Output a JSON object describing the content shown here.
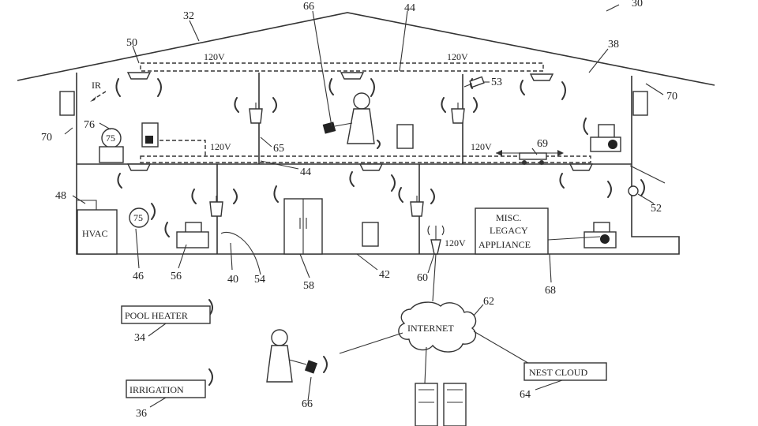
{
  "labels": {
    "figure": "30",
    "roof": "32",
    "pool_heater_ref": "34",
    "irrigation_ref": "36",
    "room_upper_right": "38",
    "wall_ref": "40",
    "floor_ref": "42",
    "ceiling_ref": "44",
    "thermostat_ref": "46",
    "hvac_ref": "48",
    "ceiling_detector_ref": "50",
    "wall_detector_ref": "52",
    "camera_ref": "53",
    "light_ref": "54",
    "wall_switch_ref": "56",
    "fridge_ref": "58",
    "router_ref": "60",
    "internet_ref": "62",
    "cloud_ref": "64",
    "wiring_ref": "65",
    "user_device_ref_top": "66",
    "user_device_ref_bottom": "66",
    "legacy_ref": "68",
    "vacuum_ref": "69",
    "entryway_ref_left": "70",
    "entryway_ref_right": "70",
    "thermostat_upper_ref": "76"
  },
  "text": {
    "voltage_top_left": "120V",
    "voltage_top_right": "120V",
    "voltage_mid_left": "120V",
    "voltage_mid_right": "120V",
    "voltage_router": "120V",
    "ir": "IR",
    "hvac": "HVAC",
    "misc_legacy_line1": "MISC.",
    "misc_legacy_line2": "LEGACY",
    "misc_legacy_line3": "APPLIANCE",
    "pool_heater": "POOL HEATER",
    "irrigation": "IRRIGATION",
    "internet": "INTERNET",
    "nest_cloud": "NEST CLOUD",
    "thermostat_face_upper": "75",
    "thermostat_face_lower": "75"
  }
}
